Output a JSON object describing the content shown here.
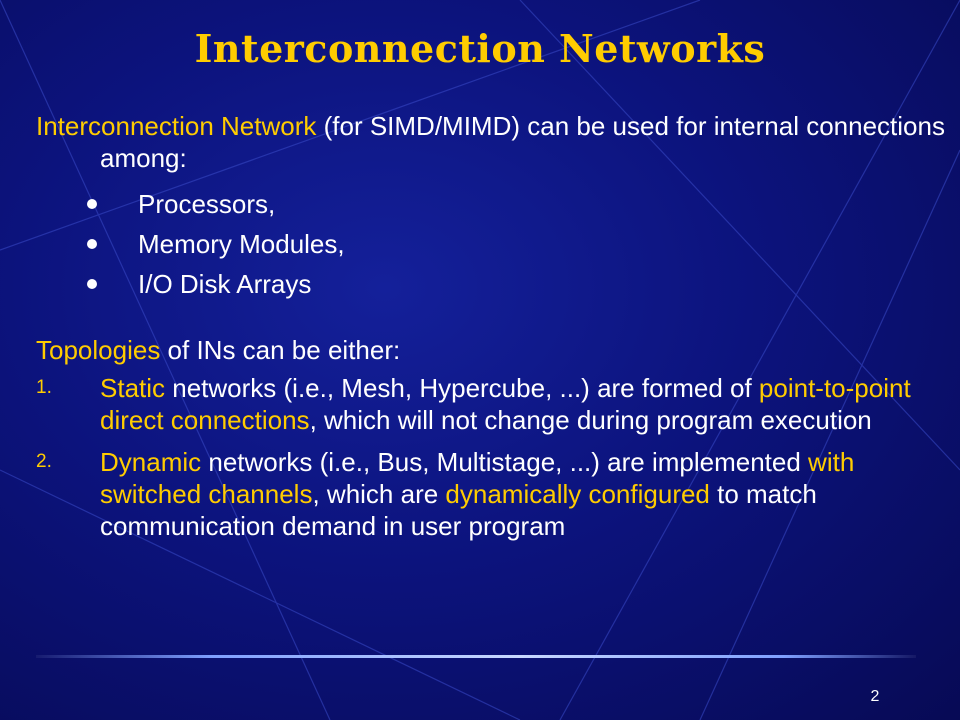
{
  "title": "Interconnection Networks",
  "intro": {
    "highlight": "Interconnection Network",
    "rest": " (for SIMD/MIMD) can be used for internal connections among:"
  },
  "bullets": [
    "Processors,",
    "Memory Modules,",
    "I/O Disk Arrays"
  ],
  "topologies": {
    "highlight": "Topologies",
    "rest": " of INs can be either:"
  },
  "items": [
    {
      "num": "1.",
      "a_hl": "Static",
      "b": " networks (i.e., Mesh, Hypercube, ...) are formed of ",
      "c_hl": "point-to-point direct connections",
      "d": ", which will not change during program execution"
    },
    {
      "num": "2.",
      "a_hl": "Dynamic",
      "b": " networks (i.e., Bus, Multistage, ...) are implemented ",
      "c_hl": "with switched channels",
      "d": ", which are ",
      "e_hl": "dynamically configured",
      "f": " to match communication demand in user program"
    }
  ],
  "page_number": "2",
  "colors": {
    "background": "#0c137d",
    "accent": "#ffcc00",
    "text": "#ffffff"
  }
}
